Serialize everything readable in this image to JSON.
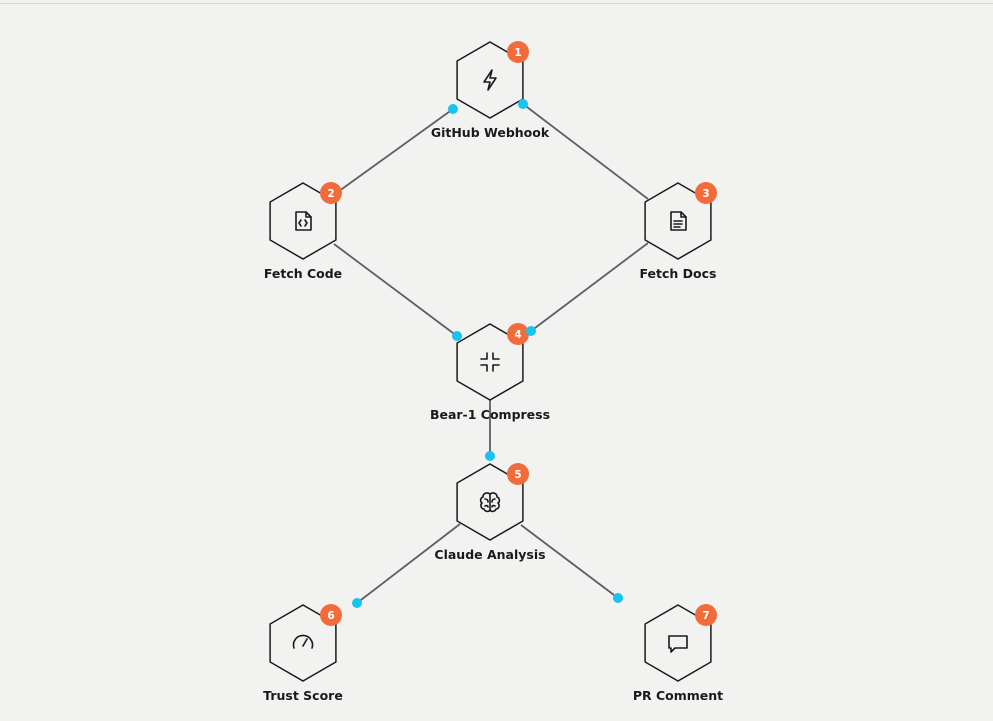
{
  "diagram": {
    "colors": {
      "background": "#f2f2f1",
      "node_stroke": "#1a1a1a",
      "edge": "#5c5f66",
      "badge": "#f26b3a",
      "handle": "#16c4ee"
    },
    "nodes": [
      {
        "id": "webhook",
        "step": "1",
        "label": "GitHub Webhook",
        "icon": "lightning-icon"
      },
      {
        "id": "fetch-code",
        "step": "2",
        "label": "Fetch Code",
        "icon": "file-code-icon"
      },
      {
        "id": "fetch-docs",
        "step": "3",
        "label": "Fetch Docs",
        "icon": "document-text-icon"
      },
      {
        "id": "compress",
        "step": "4",
        "label": "Bear-1 Compress",
        "icon": "compress-arrows-icon"
      },
      {
        "id": "claude",
        "step": "5",
        "label": "Claude Analysis",
        "icon": "brain-icon"
      },
      {
        "id": "trust",
        "step": "6",
        "label": "Trust Score",
        "icon": "gauge-icon"
      },
      {
        "id": "comment",
        "step": "7",
        "label": "PR Comment",
        "icon": "chat-bubble-icon"
      }
    ],
    "edges": [
      {
        "from": "webhook",
        "to": "fetch-code"
      },
      {
        "from": "webhook",
        "to": "fetch-docs"
      },
      {
        "from": "fetch-code",
        "to": "compress"
      },
      {
        "from": "fetch-docs",
        "to": "compress"
      },
      {
        "from": "compress",
        "to": "claude"
      },
      {
        "from": "claude",
        "to": "trust"
      },
      {
        "from": "claude",
        "to": "comment"
      }
    ]
  }
}
